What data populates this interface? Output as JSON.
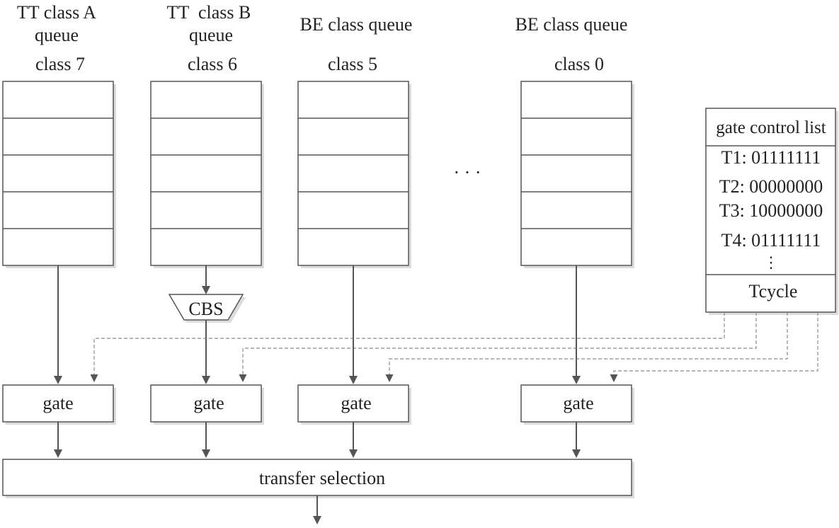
{
  "queues": [
    {
      "title_line1": "TT class A",
      "title_line2": "queue",
      "class_label": "class 7",
      "gate_label": "gate"
    },
    {
      "title_line1": "TT  class B",
      "title_line2": "queue",
      "class_label": "class 6",
      "gate_label": "gate"
    },
    {
      "title_line1": "BE class queue",
      "title_line2": "",
      "class_label": "class 5",
      "gate_label": "gate"
    },
    {
      "title_line1": "BE class queue",
      "title_line2": "",
      "class_label": "class 0",
      "gate_label": "gate"
    }
  ],
  "cbs_label": "CBS",
  "ellipsis": "· · ·",
  "gate_control_list": {
    "title": "gate control list",
    "entries": [
      "T1: 01111111",
      "T2: 00000000",
      "T3: 10000000",
      "T4: 01111111"
    ],
    "more": "⋮",
    "footer": "Tcycle"
  },
  "transfer_selection": "transfer selection",
  "colors": {
    "stroke": "#555555",
    "shadow": "#dcdcdc",
    "dashed": "#8a8a8a"
  }
}
